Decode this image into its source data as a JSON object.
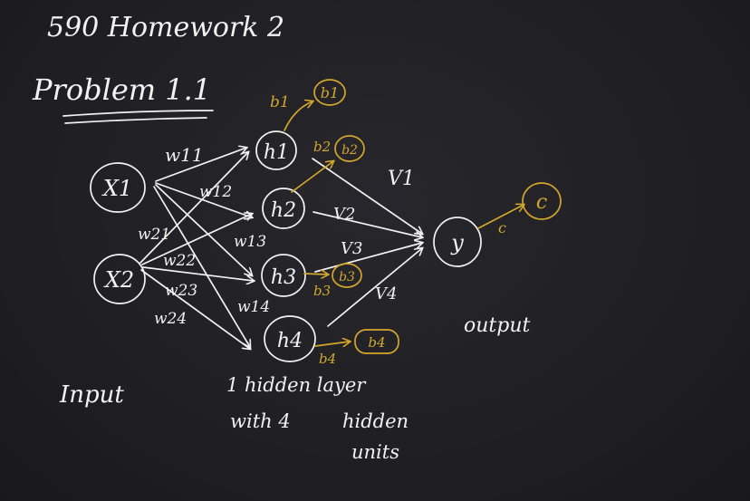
{
  "header": {
    "course_title": "590 Homework 2",
    "problem_title": "Problem 1.1"
  },
  "nodes": {
    "inputs": [
      "X1",
      "X2"
    ],
    "hidden": [
      "h1",
      "h2",
      "h3",
      "h4"
    ],
    "output": "y",
    "biases_hidden": [
      "b1",
      "b2",
      "b3",
      "b4"
    ],
    "bias_output": "c"
  },
  "edge_labels": {
    "w11": "w11",
    "w12": "w12",
    "w21": "w21",
    "w22": "w22",
    "w13": "w13",
    "w23": "w23",
    "w14": "w14",
    "w24": "w24",
    "v1": "V1",
    "v2": "V2",
    "v3": "V3",
    "v4": "V4"
  },
  "bias_edge_labels": {
    "b1": "b1",
    "b2": "b2",
    "b3": "b3",
    "b4": "b4",
    "c": "c"
  },
  "captions": {
    "input": "Input",
    "hidden_line1": "1 hidden layer",
    "hidden_line2a": "with 4",
    "hidden_line2b": "hidden",
    "hidden_line3": "units",
    "output": "output"
  },
  "colors": {
    "ink_white": "#f2f2f2",
    "ink_gold": "#d4a72c",
    "background": "#1f1f23"
  }
}
